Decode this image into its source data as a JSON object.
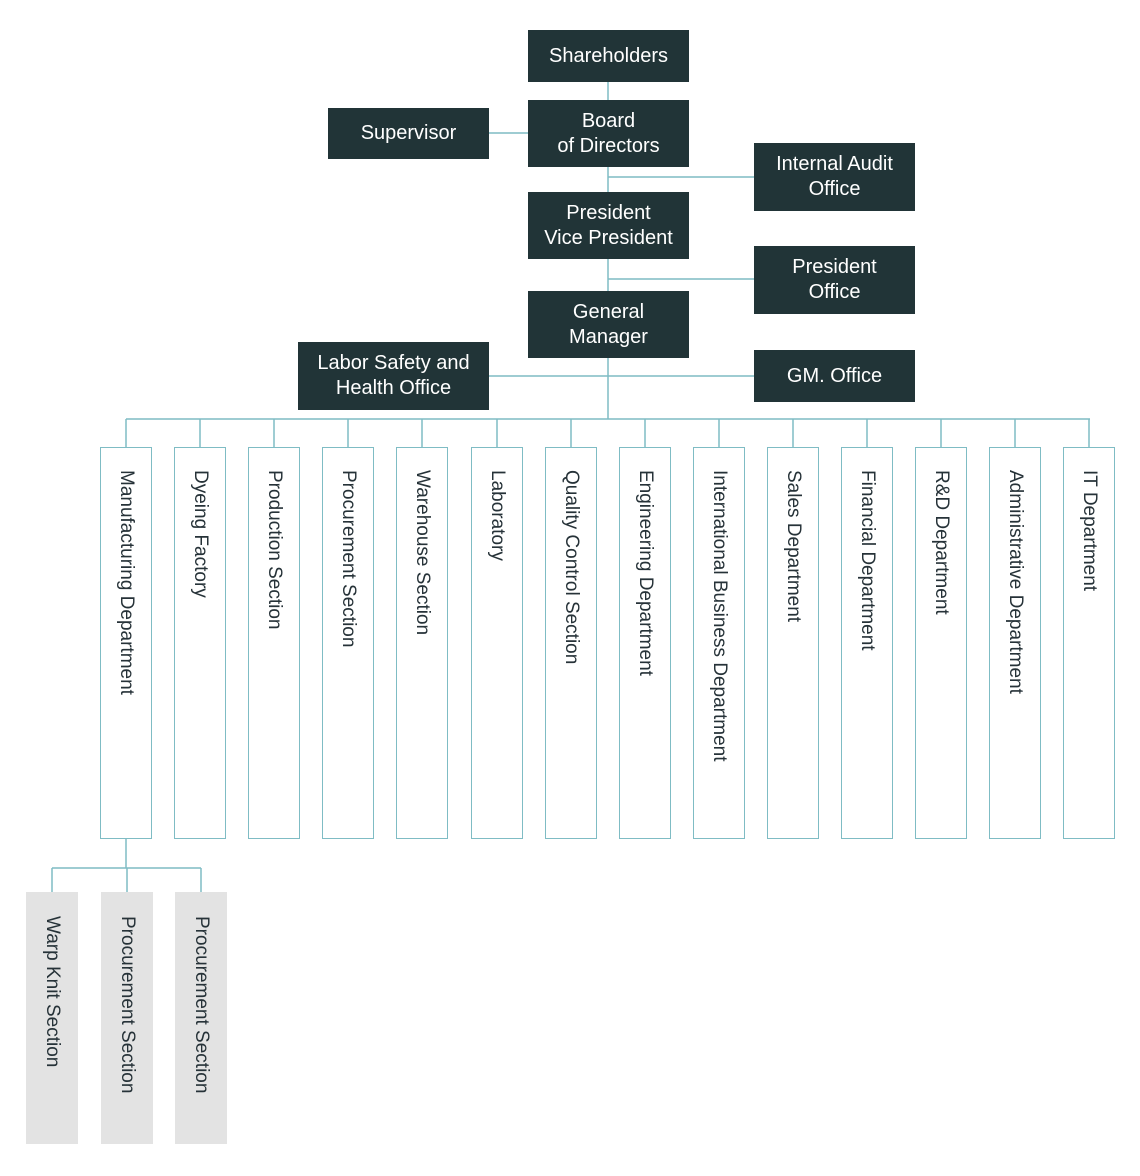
{
  "colors": {
    "dark_box": "#213437",
    "connector": "#7fbcc4",
    "sub_box": "#e3e3e3"
  },
  "top": {
    "shareholders": "Shareholders",
    "board": "Board\nof Directors",
    "supervisor": "Supervisor",
    "internal_audit": "Internal Audit\nOffice",
    "president": "President\nVice President",
    "president_office": "President\nOffice",
    "general_manager": "General\nManager",
    "labor_safety": "Labor Safety and\nHealth Office",
    "gm_office": "GM. Office"
  },
  "departments": [
    "Manufacturing Department",
    "Dyeing Factory",
    "Production Section",
    "Procurement Section",
    "Warehouse Section",
    "Laboratory",
    "Quality Control Section",
    "Engineering Department",
    "International Business Department",
    "Sales Department",
    "Financial Department",
    "R&D Department",
    "Administrative Department",
    "IT Department"
  ],
  "manufacturing_sections": [
    "Warp Knit Section",
    "Procurement Section",
    "Procurement Section"
  ]
}
